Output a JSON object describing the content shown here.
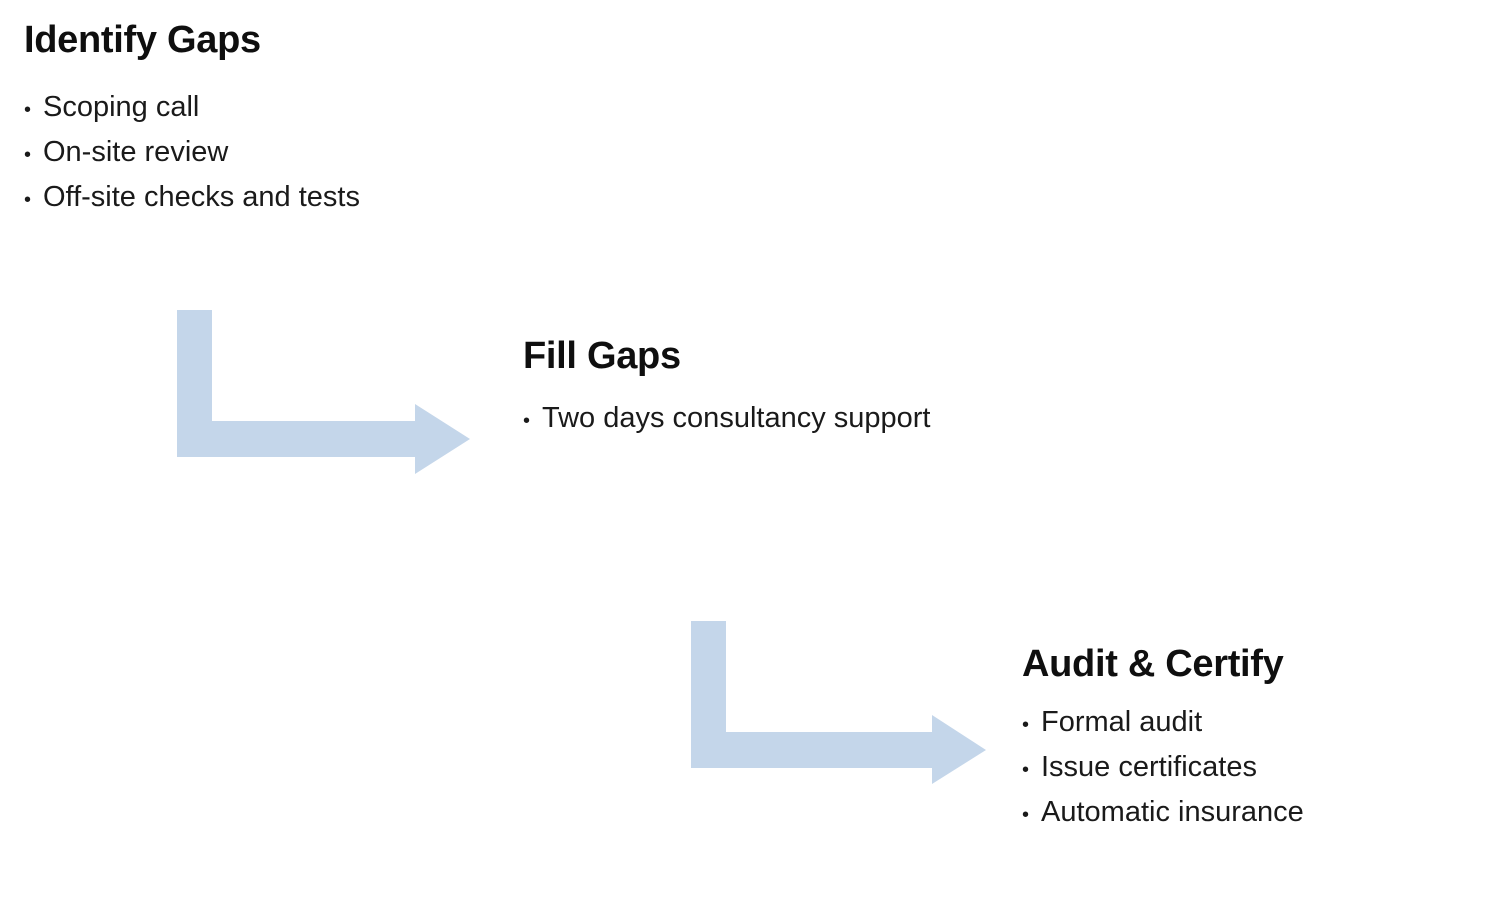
{
  "diagram": {
    "background_color": "#ffffff",
    "text_color": "#1a1a1a",
    "heading_color": "#0f0f0f",
    "arrow_color": "#c4d6ea",
    "bullet_char": "•",
    "steps": [
      {
        "title": "Identify Gaps",
        "bullets": [
          "Scoping call",
          "On-site review",
          "Off-site checks and tests"
        ]
      },
      {
        "title": "Fill Gaps",
        "bullets": [
          "Two days consultancy support"
        ]
      },
      {
        "title": "Audit & Certify",
        "bullets": [
          "Formal audit",
          "Issue certificates",
          "Automatic insurance"
        ]
      }
    ]
  }
}
